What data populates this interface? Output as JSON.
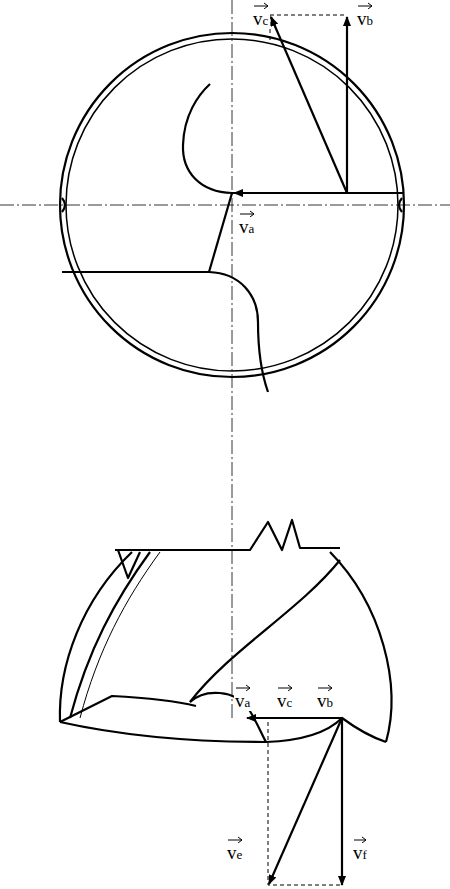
{
  "diagram": {
    "labels": [
      "vc",
      "vb",
      "va",
      "va",
      "vc",
      "vb",
      "ve",
      "vf"
    ]
  }
}
